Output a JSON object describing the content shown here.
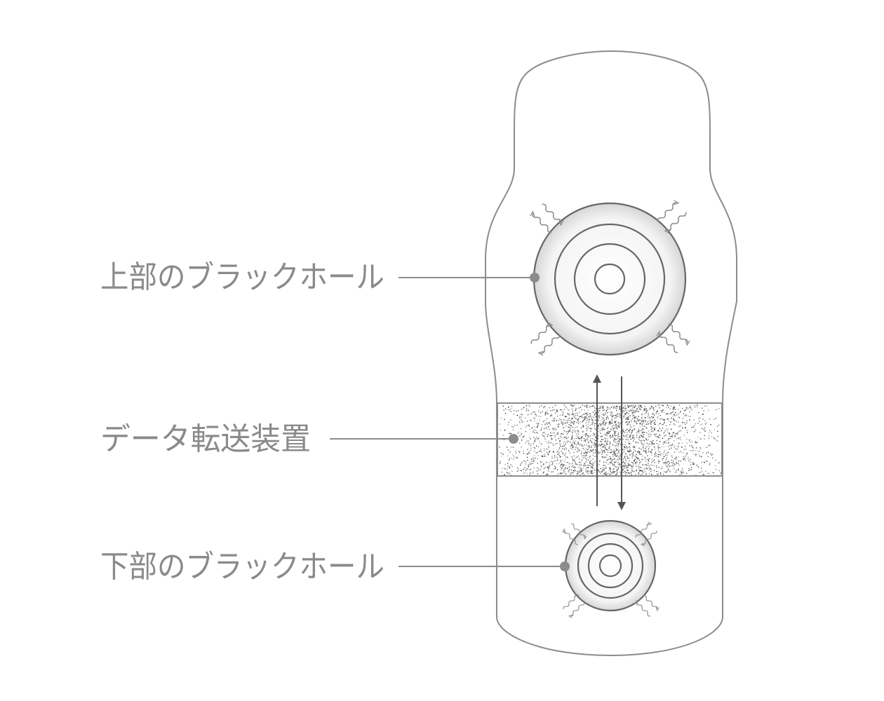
{
  "labels": {
    "upper_black_hole": "上部のブラックホール",
    "data_transfer_device": "データ転送装置",
    "lower_black_hole": "下部のブラックホール"
  },
  "colors": {
    "line": "#8c8c8c",
    "ring": "#666666",
    "label_text": "#8a8a8a",
    "noise": "#333333"
  },
  "icons": {
    "wave_arrows": "squiggly-arrow-icon",
    "transfer_arrows": "up-down-arrow-icon"
  }
}
